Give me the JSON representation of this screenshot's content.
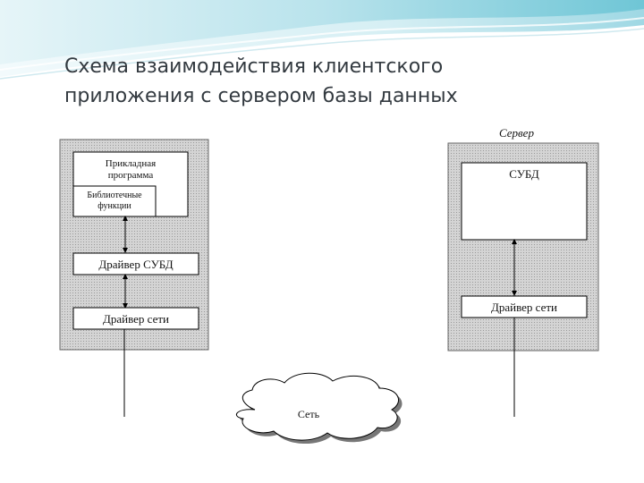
{
  "slide": {
    "title_line1": "Схема взаимодействия клиентского",
    "title_line2": "приложения с сервером базы данных"
  },
  "diagram": {
    "client": {
      "app_program_line1": "Прикладная",
      "app_program_line2": "программа",
      "library_line1": "Библиотечные",
      "library_line2": "функции",
      "dbms_driver": "Драйвер СУБД",
      "network_driver": "Драйвер сети"
    },
    "server": {
      "label": "Сервер",
      "dbms": "СУБД",
      "network_driver": "Драйвер сети"
    },
    "network": {
      "label": "Сеть"
    }
  },
  "colors": {
    "title": "#333a40",
    "banner_teal": "#6fc6d6",
    "panel_fill": "#d7d7d7",
    "line": "#000000"
  }
}
